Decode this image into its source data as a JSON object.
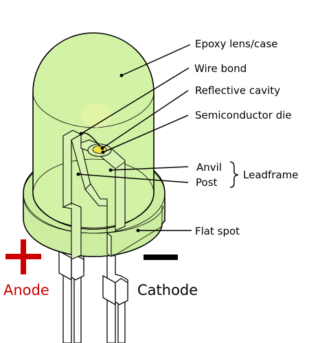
{
  "labels": {
    "epoxy": "Epoxy lens/case",
    "wire_bond": "Wire bond",
    "reflective_cavity": "Reflective cavity",
    "semiconductor_die": "Semiconductor die",
    "anvil": "Anvil",
    "post": "Post",
    "leadframe": "Leadframe",
    "flat_spot": "Flat spot",
    "anode": "Anode",
    "cathode": "Cathode"
  },
  "colors": {
    "lens": "#d2f2a6",
    "anode": "#cc0000",
    "cathode": "#000000",
    "die": "#f0e040"
  }
}
